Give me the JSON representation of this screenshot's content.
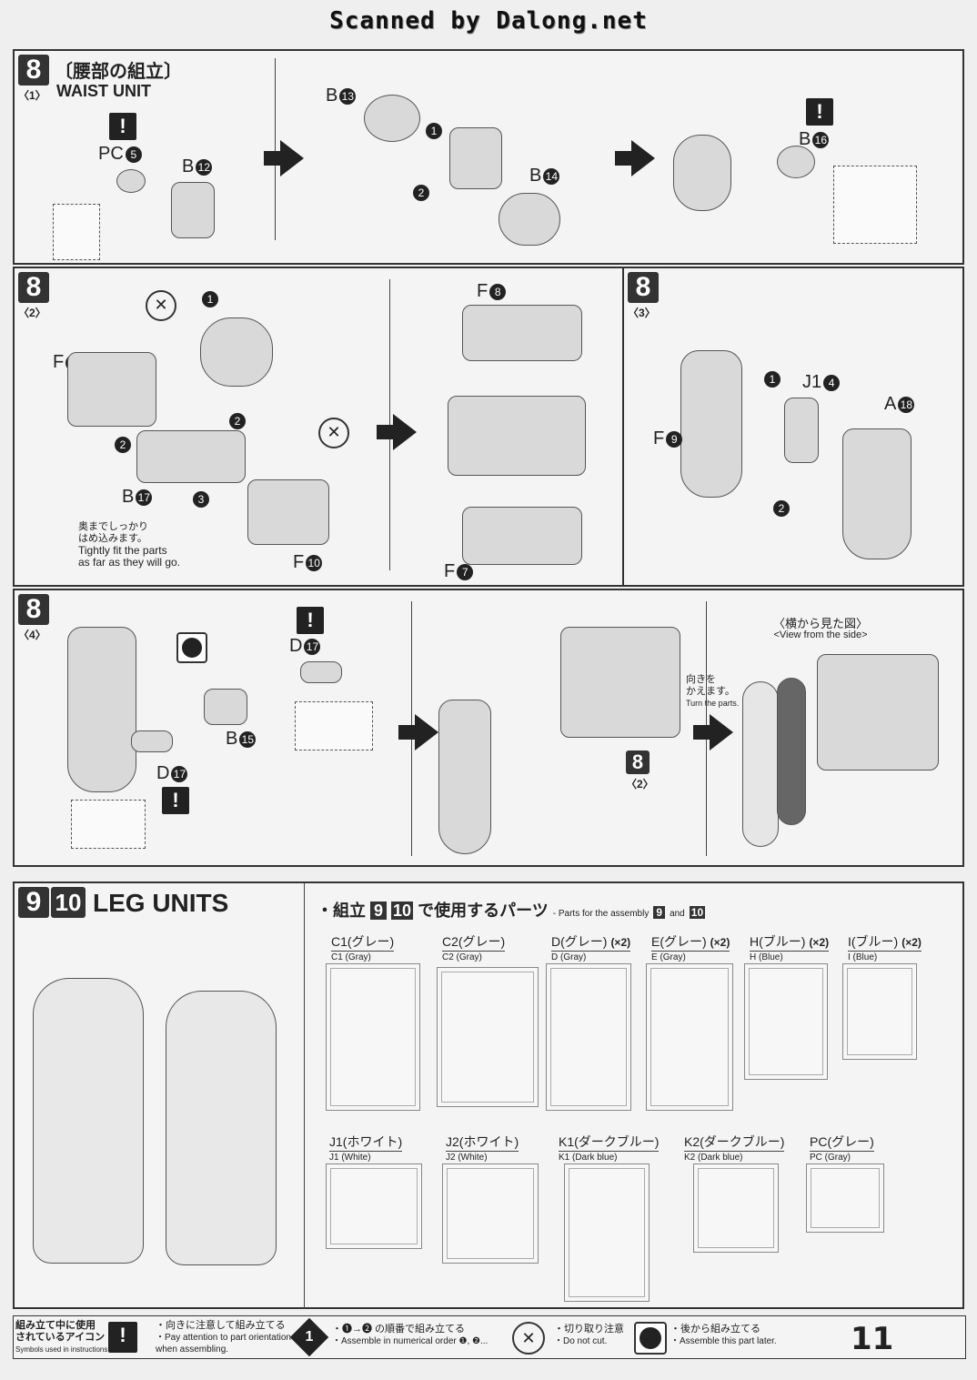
{
  "header": {
    "scan_credit": "Scanned by Dalong.net"
  },
  "step8_1": {
    "step": "8",
    "title_jp": "〔腰部の組立〕",
    "title_en": "WAIST UNIT",
    "sub": "〈1〉",
    "parts": [
      "PC",
      "5",
      "B",
      "12",
      "B",
      "13",
      "B",
      "14",
      "B",
      "16"
    ],
    "order": [
      "1",
      "2"
    ]
  },
  "step8_2": {
    "step": "8",
    "sub": "〈2〉",
    "parts": [
      "F",
      "11",
      "B",
      "17",
      "F",
      "10",
      "F",
      "8",
      "F",
      "7"
    ],
    "order": [
      "1",
      "2",
      "3",
      "2"
    ],
    "note_jp_1": "奥までしっかり",
    "note_jp_2": "はめ込みます。",
    "note_en_1": "Tightly fit the parts",
    "note_en_2": "as far as they will go."
  },
  "step8_3": {
    "step": "8",
    "sub": "〈3〉",
    "parts": [
      "J1",
      "4",
      "A",
      "18",
      "F",
      "9"
    ],
    "order": [
      "1",
      "2"
    ]
  },
  "step8_4": {
    "step": "8",
    "sub": "〈4〉",
    "parts": [
      "D",
      "17",
      "B",
      "15",
      "D",
      "17"
    ],
    "ref_step": "8",
    "ref_sub": "〈2〉",
    "turn_jp_1": "向きを",
    "turn_jp_2": "かえます。",
    "turn_en": "Turn the parts.",
    "side_jp": "〈横から見た図〉",
    "side_en": "<View from the side>"
  },
  "step9_10": {
    "num1": "9",
    "num2": "10",
    "title": "LEG UNITS",
    "parts_heading_jp_a": "・組立",
    "parts_heading_jp_b": "で使用するパーツ",
    "parts_heading_en_a": "- Parts for the assembly",
    "parts_heading_en_and": "and",
    "runners": [
      {
        "jp": "C1(グレー)",
        "en": "C1 (Gray)",
        "count": ""
      },
      {
        "jp": "C2(グレー)",
        "en": "C2 (Gray)",
        "count": ""
      },
      {
        "jp": "D(グレー)",
        "en": "D (Gray)",
        "count": "(×2)"
      },
      {
        "jp": "E(グレー)",
        "en": "E (Gray)",
        "count": "(×2)"
      },
      {
        "jp": "H(ブルー)",
        "en": "H (Blue)",
        "count": "(×2)"
      },
      {
        "jp": "I(ブルー)",
        "en": "I (Blue)",
        "count": "(×2)"
      },
      {
        "jp": "J1(ホワイト)",
        "en": "J1 (White)",
        "count": ""
      },
      {
        "jp": "J2(ホワイト)",
        "en": "J2 (White)",
        "count": ""
      },
      {
        "jp": "K1(ダークブルー)",
        "en": "K1 (Dark blue)",
        "count": ""
      },
      {
        "jp": "K2(ダークブルー)",
        "en": "K2 (Dark blue)",
        "count": ""
      },
      {
        "jp": "PC(グレー)",
        "en": "PC (Gray)",
        "count": ""
      }
    ]
  },
  "legend": {
    "title_jp_1": "組み立て中に使用",
    "title_jp_2": "されているアイコン",
    "title_en": "Symbols used in instructions",
    "items": [
      {
        "icon": "exclamation-icon",
        "jp": "・向きに注意して組み立てる",
        "en_1": "・Pay attention to part orientation",
        "en_2": "when assembling."
      },
      {
        "icon": "numbered-order-icon",
        "jp": "・❶→❷ の順番で組み立てる",
        "en_1": "・Assemble in numerical order ❶, ❷...",
        "en_2": ""
      },
      {
        "icon": "do-not-cut-icon",
        "jp": "・切り取り注意",
        "en_1": "・Do not cut.",
        "en_2": ""
      },
      {
        "icon": "assemble-later-icon",
        "jp": "・後から組み立てる",
        "en_1": "・Assemble this part later.",
        "en_2": ""
      }
    ]
  },
  "page": {
    "number": "11"
  }
}
